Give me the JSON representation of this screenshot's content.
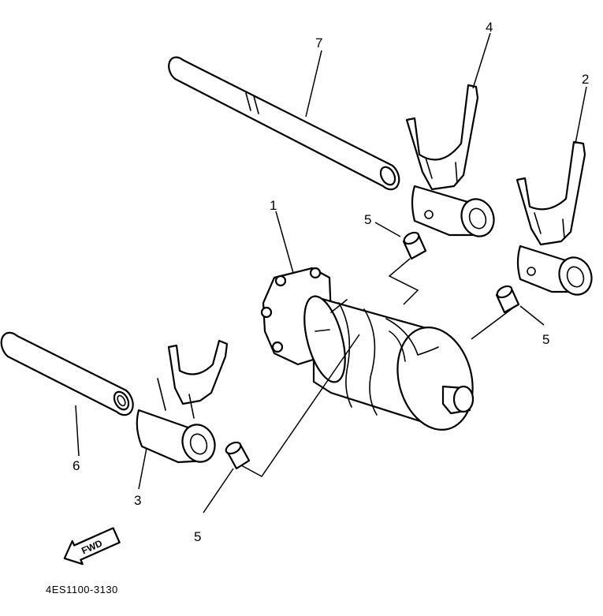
{
  "diagram": {
    "callouts": [
      {
        "id": "c1",
        "label": "1"
      },
      {
        "id": "c2",
        "label": "2"
      },
      {
        "id": "c3",
        "label": "3"
      },
      {
        "id": "c4",
        "label": "4"
      },
      {
        "id": "c5a",
        "label": "5"
      },
      {
        "id": "c5b",
        "label": "5"
      },
      {
        "id": "c5c",
        "label": "5"
      },
      {
        "id": "c6",
        "label": "6"
      },
      {
        "id": "c7",
        "label": "7"
      }
    ],
    "direction_badge": "FWD",
    "reference_code": "4ES1100-3130"
  }
}
